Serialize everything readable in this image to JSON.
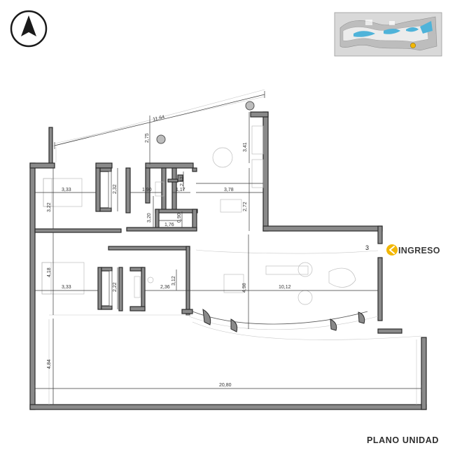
{
  "title": "PLANO UNIDAD",
  "entry_label": "INGRESO",
  "unit_number": "3",
  "icons": {
    "north_arrow": "north-arrow-icon",
    "entry_marker": "chevron-left-icon",
    "key_plan": "site-key-plan"
  },
  "colors": {
    "accent": "#f2b705",
    "walls": "#8a8a8a",
    "pool": "#4fb3d9"
  },
  "dimensions": {
    "terrace_diagonal": "11,64",
    "upper_gap": "2,75",
    "kitchen_height": "3,41",
    "bed1_width": "3,33",
    "bed1_height": "3,22",
    "closet1_width": "2,32",
    "hall_width": "1,90",
    "bath_width": "1,17",
    "bath_height": "2,12",
    "living_upper_width": "3,78",
    "living_height": "2,72",
    "hall_height": "3,20",
    "wc_width": "1,76",
    "wc_height": "0,90",
    "bed2_height": "4,18",
    "bed2_width": "3,33",
    "closet2_width": "2,22",
    "bath2_width": "2,36",
    "bath2_height": "3,12",
    "living_full_height": "4,98",
    "living_width": "10,12",
    "terrace_height": "4,84",
    "total_width": "20,80"
  }
}
